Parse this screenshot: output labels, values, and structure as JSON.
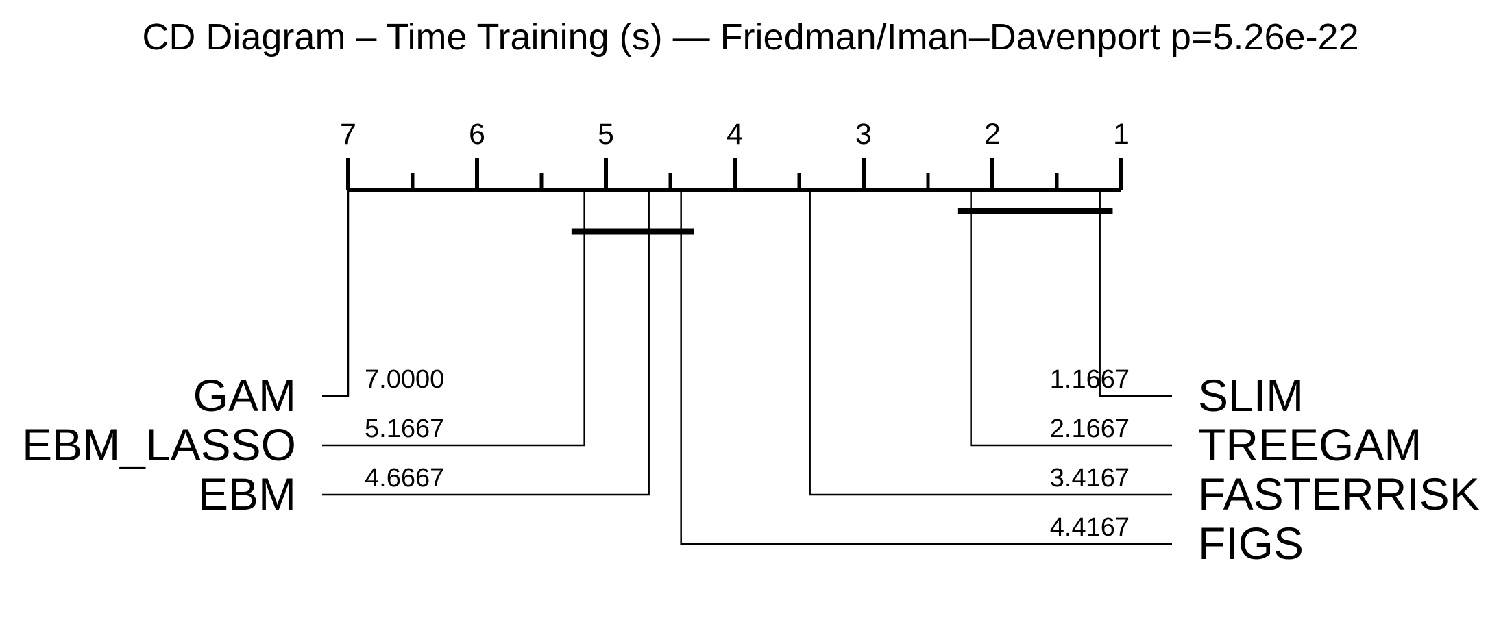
{
  "title": "CD Diagram – Time Training (s) — Friedman/Iman–Davenport p=5.26e-22",
  "chart_data": {
    "type": "critical_difference",
    "axis": {
      "min_rank": 1,
      "max_rank": 7,
      "reversed": true,
      "tick_labels": [
        "7",
        "6",
        "5",
        "4",
        "3",
        "2",
        "1"
      ]
    },
    "methods_left": [
      {
        "name": "GAM",
        "rank": 7.0,
        "rank_label": "7.0000"
      },
      {
        "name": "EBM_LASSO",
        "rank": 5.1667,
        "rank_label": "5.1667"
      },
      {
        "name": "EBM",
        "rank": 4.6667,
        "rank_label": "4.6667"
      }
    ],
    "methods_right": [
      {
        "name": "SLIM",
        "rank": 1.1667,
        "rank_label": "1.1667"
      },
      {
        "name": "TREEGAM",
        "rank": 2.1667,
        "rank_label": "2.1667"
      },
      {
        "name": "FASTERRISK",
        "rank": 3.4167,
        "rank_label": "3.4167"
      },
      {
        "name": "FIGS",
        "rank": 4.4167,
        "rank_label": "4.4167"
      }
    ],
    "cliques": [
      {
        "from_rank": 5.2667,
        "to_rank": 4.3167
      },
      {
        "from_rank": 2.2667,
        "to_rank": 1.0667
      }
    ]
  }
}
